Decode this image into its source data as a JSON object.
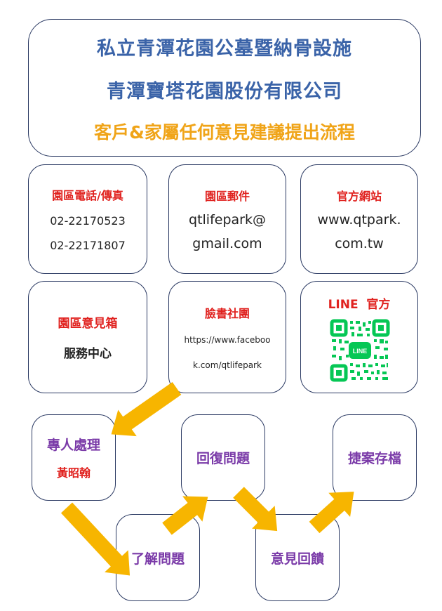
{
  "header": {
    "line1": "私立青潭花園公墓暨納骨設施",
    "line2": "青潭寶塔花園股份有限公司",
    "line3": "客戶&家屬任何意見建議提出流程"
  },
  "cards": {
    "phone": {
      "title": "園區電話/傳真",
      "line1": "02-22170523",
      "line2": "02-22171807"
    },
    "email": {
      "title": "園區郵件",
      "line1": "qtlifepark@",
      "line2": "gmail.com"
    },
    "website": {
      "title": "官方網站",
      "line1": "www.qtpark.",
      "line2": "com.tw"
    },
    "feedback_box": {
      "title": "園區意見箱",
      "line1": "服務中心"
    },
    "facebook": {
      "title": "臉書社團",
      "line1": "https://www.faceboo",
      "line2": "k.com/qtlifepark"
    },
    "line": {
      "title": "LINE  官方",
      "qr_label": "LINE"
    }
  },
  "flow": {
    "step1": {
      "label": "專人處理",
      "sub": "黃昭翰"
    },
    "step2": {
      "label": "了解問題"
    },
    "step3": {
      "label": "回復問題"
    },
    "step4": {
      "label": "意見回饋"
    },
    "step5": {
      "label": "捷案存檔"
    }
  },
  "colors": {
    "header_blue": "#3a63a8",
    "header_orange": "#f0a418",
    "title_red": "#e0221f",
    "flow_purple": "#7a3aa8",
    "arrow_yellow": "#f7b500",
    "qr_green": "#06c755"
  }
}
